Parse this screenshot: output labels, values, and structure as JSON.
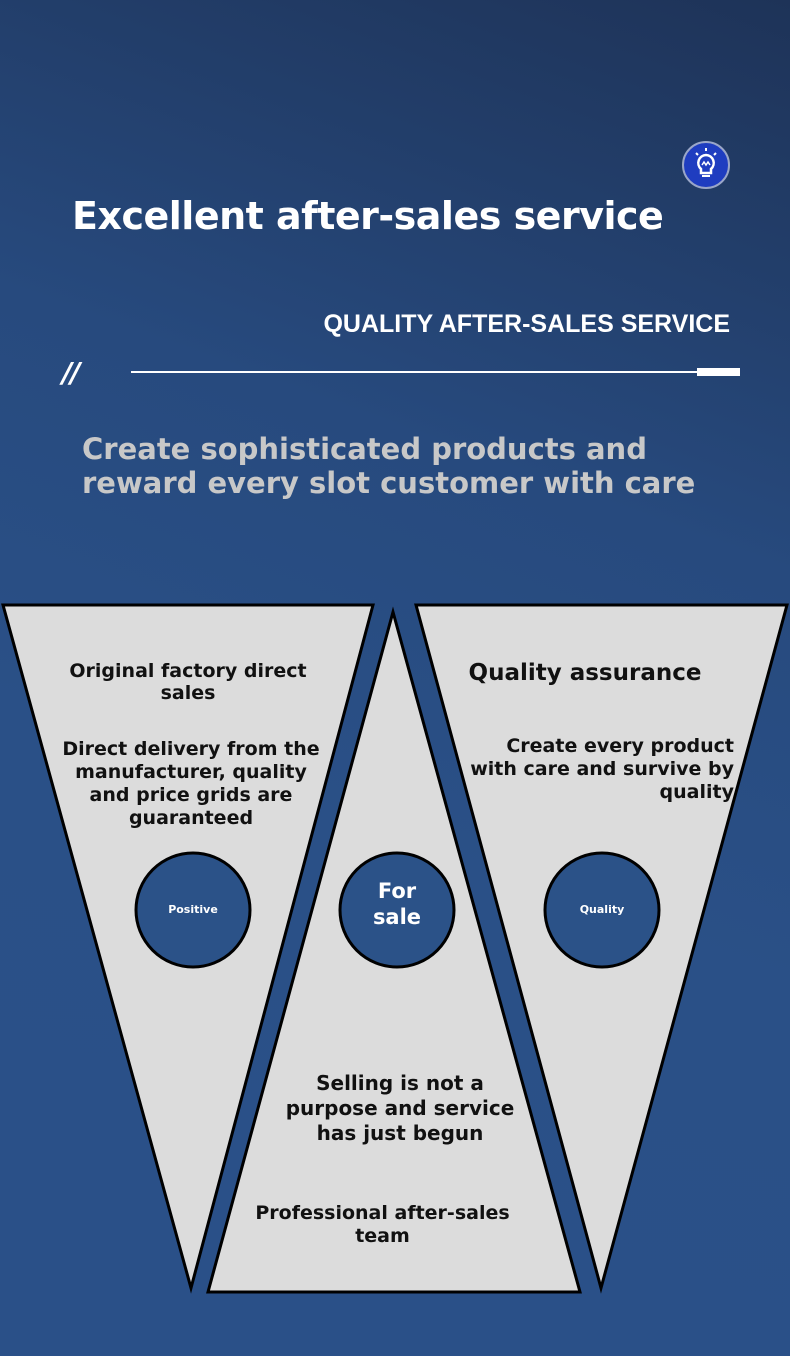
{
  "header": {
    "title": "Excellent after-sales service",
    "subtitle": "QUALITY AFTER-SALES SERVICE",
    "slash_mark": "//",
    "tagline_line1": "Create sophisticated products and",
    "tagline_line2": "reward every slot customer with care",
    "icon": "lightbulb-icon"
  },
  "panels": [
    {
      "heading": "Original factory direct sales",
      "body": "Direct delivery from the manufacturer, quality and price grids are guaranteed",
      "circle": "Positive"
    },
    {
      "circle_line1": "For",
      "circle_line2": "sale",
      "body": "Selling is not a purpose and service has just begun",
      "footer": "Professional after-sales team"
    },
    {
      "heading": "Quality assurance",
      "body": "Create every product with care and survive by quality",
      "circle": "Quality"
    }
  ],
  "colors": {
    "panel": "#dcdcdc",
    "circle": "#2b5288",
    "outline": "#000000"
  }
}
